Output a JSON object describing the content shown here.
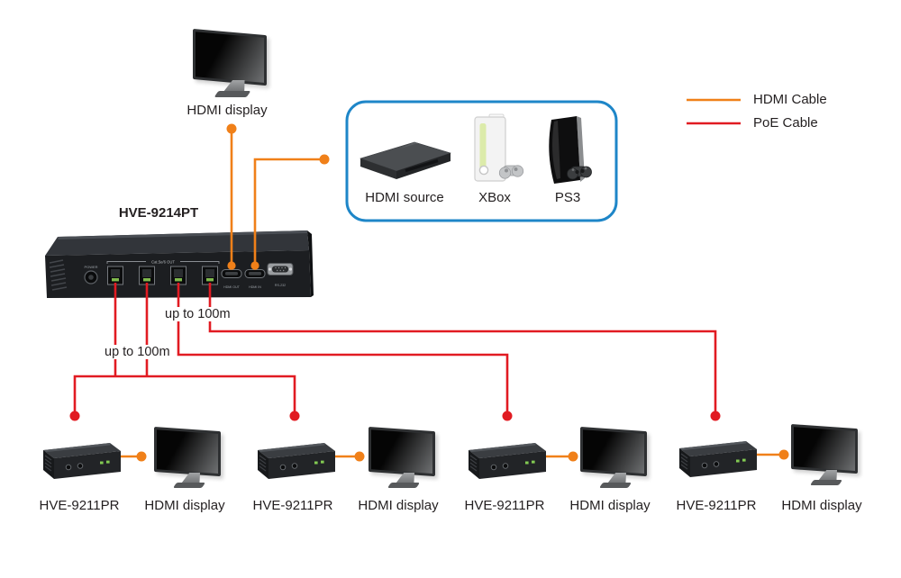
{
  "colors": {
    "hdmi_cable": "#F08019",
    "poe_cable": "#E11B22",
    "source_box_border": "#1E86C8",
    "text": "#231F20"
  },
  "legend": {
    "hdmi_label": "HDMI Cable",
    "poe_label": "PoE Cable"
  },
  "top_display": {
    "label": "HDMI display"
  },
  "transmitter": {
    "model": "HVE-9214PT",
    "port_group_label": "Cat.5e/6 OUT",
    "power_label": "POWER",
    "hdmi_out_label": "HDMI OUT",
    "hdmi_in_label": "HDMI IN",
    "rs232_label": "RS-232"
  },
  "sources": {
    "hdmi_source_label": "HDMI source",
    "xbox_label": "XBox",
    "ps3_label": "PS3"
  },
  "distance": {
    "label_upper": "up to 100m",
    "label_lower": "up to 100m"
  },
  "receivers": [
    {
      "model": "HVE-9211PR",
      "display": "HDMI display"
    },
    {
      "model": "HVE-9211PR",
      "display": "HDMI display"
    },
    {
      "model": "HVE-9211PR",
      "display": "HDMI display"
    },
    {
      "model": "HVE-9211PR",
      "display": "HDMI display"
    }
  ]
}
